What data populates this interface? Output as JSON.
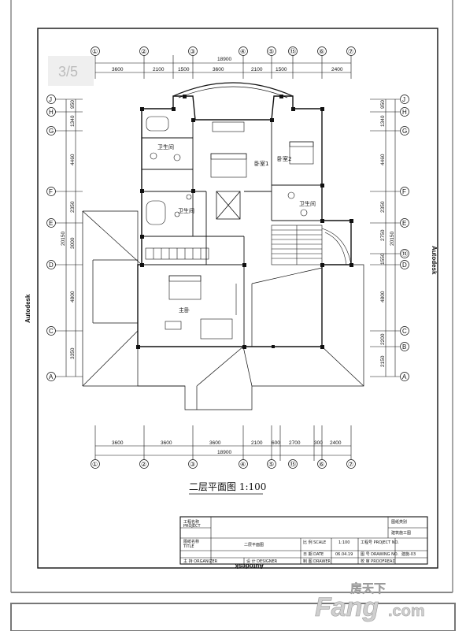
{
  "page_indicator": "3/5",
  "side_labels": {
    "left": "Autodesk",
    "right": "Autodesk",
    "bottom": "Autodesk"
  },
  "grid": {
    "top_labels": [
      "①",
      "②",
      "③",
      "④",
      "⑤",
      "⑮",
      "⑥",
      "⑦"
    ],
    "bottom_labels": [
      "①",
      "②",
      "③",
      "④",
      "⑤",
      "⑮",
      "⑥",
      "⑦"
    ],
    "left_labels": [
      "J",
      "H",
      "G",
      "F",
      "E",
      "D",
      "C",
      "A"
    ],
    "right_labels": [
      "J",
      "H",
      "G",
      "F",
      "E",
      "⑮",
      "D",
      "C",
      "B",
      "A"
    ]
  },
  "dimensions": {
    "top_total": "18900",
    "top_segments": [
      "3600",
      "2100",
      "1500",
      "3600",
      "2100",
      "1500",
      "2400"
    ],
    "bottom_total": "18900",
    "bottom_segments": [
      "3600",
      "3600",
      "3600",
      "2100",
      "600",
      "2700",
      "300",
      "2400"
    ],
    "left_total": "20150",
    "left_segments": [
      "950",
      "1340",
      "4460",
      "2350",
      "3000",
      "4800",
      "3350"
    ],
    "right_total": "20150",
    "right_segments": [
      "950",
      "1340",
      "4460",
      "2350",
      "2750",
      "1550",
      "4800",
      "2200",
      "2150"
    ]
  },
  "rooms": {
    "bathroom_a": "卫生间",
    "bathroom_b": "卫生间",
    "bathroom_c": "卫生间",
    "bedroom_1": "卧室1",
    "bedroom_2": "卧室2",
    "master_bedroom": "主卧"
  },
  "caption": "二层平面图  1:100",
  "title_block": {
    "project_label": "工程名称",
    "project_label_en": "PROJECT",
    "title_label": "图纸名称",
    "title_label_en": "TITLE",
    "title_value": "二层平面图",
    "category_label": "图纸类别",
    "category_value": "建筑施工图",
    "scale_label": "比 例 SCALE",
    "scale_value": "1:100",
    "date_label": "日 期 DATE",
    "date_value": "06.04.19",
    "project_no_label": "工程号 PROJECT NO.",
    "drawing_no_label": "图 号 DRAWING NO.",
    "drawing_no_value": "建施-03",
    "organizer_label": "主 持 ORGANIZER",
    "designer_label": "设 计 DESIGNER",
    "drawer_label": "制 图 DRAWER",
    "proofread_label": "校 审 PROOFREAD"
  },
  "watermark": {
    "brand": "Fang",
    "suffix": ".com",
    "chinese": "房天下"
  }
}
